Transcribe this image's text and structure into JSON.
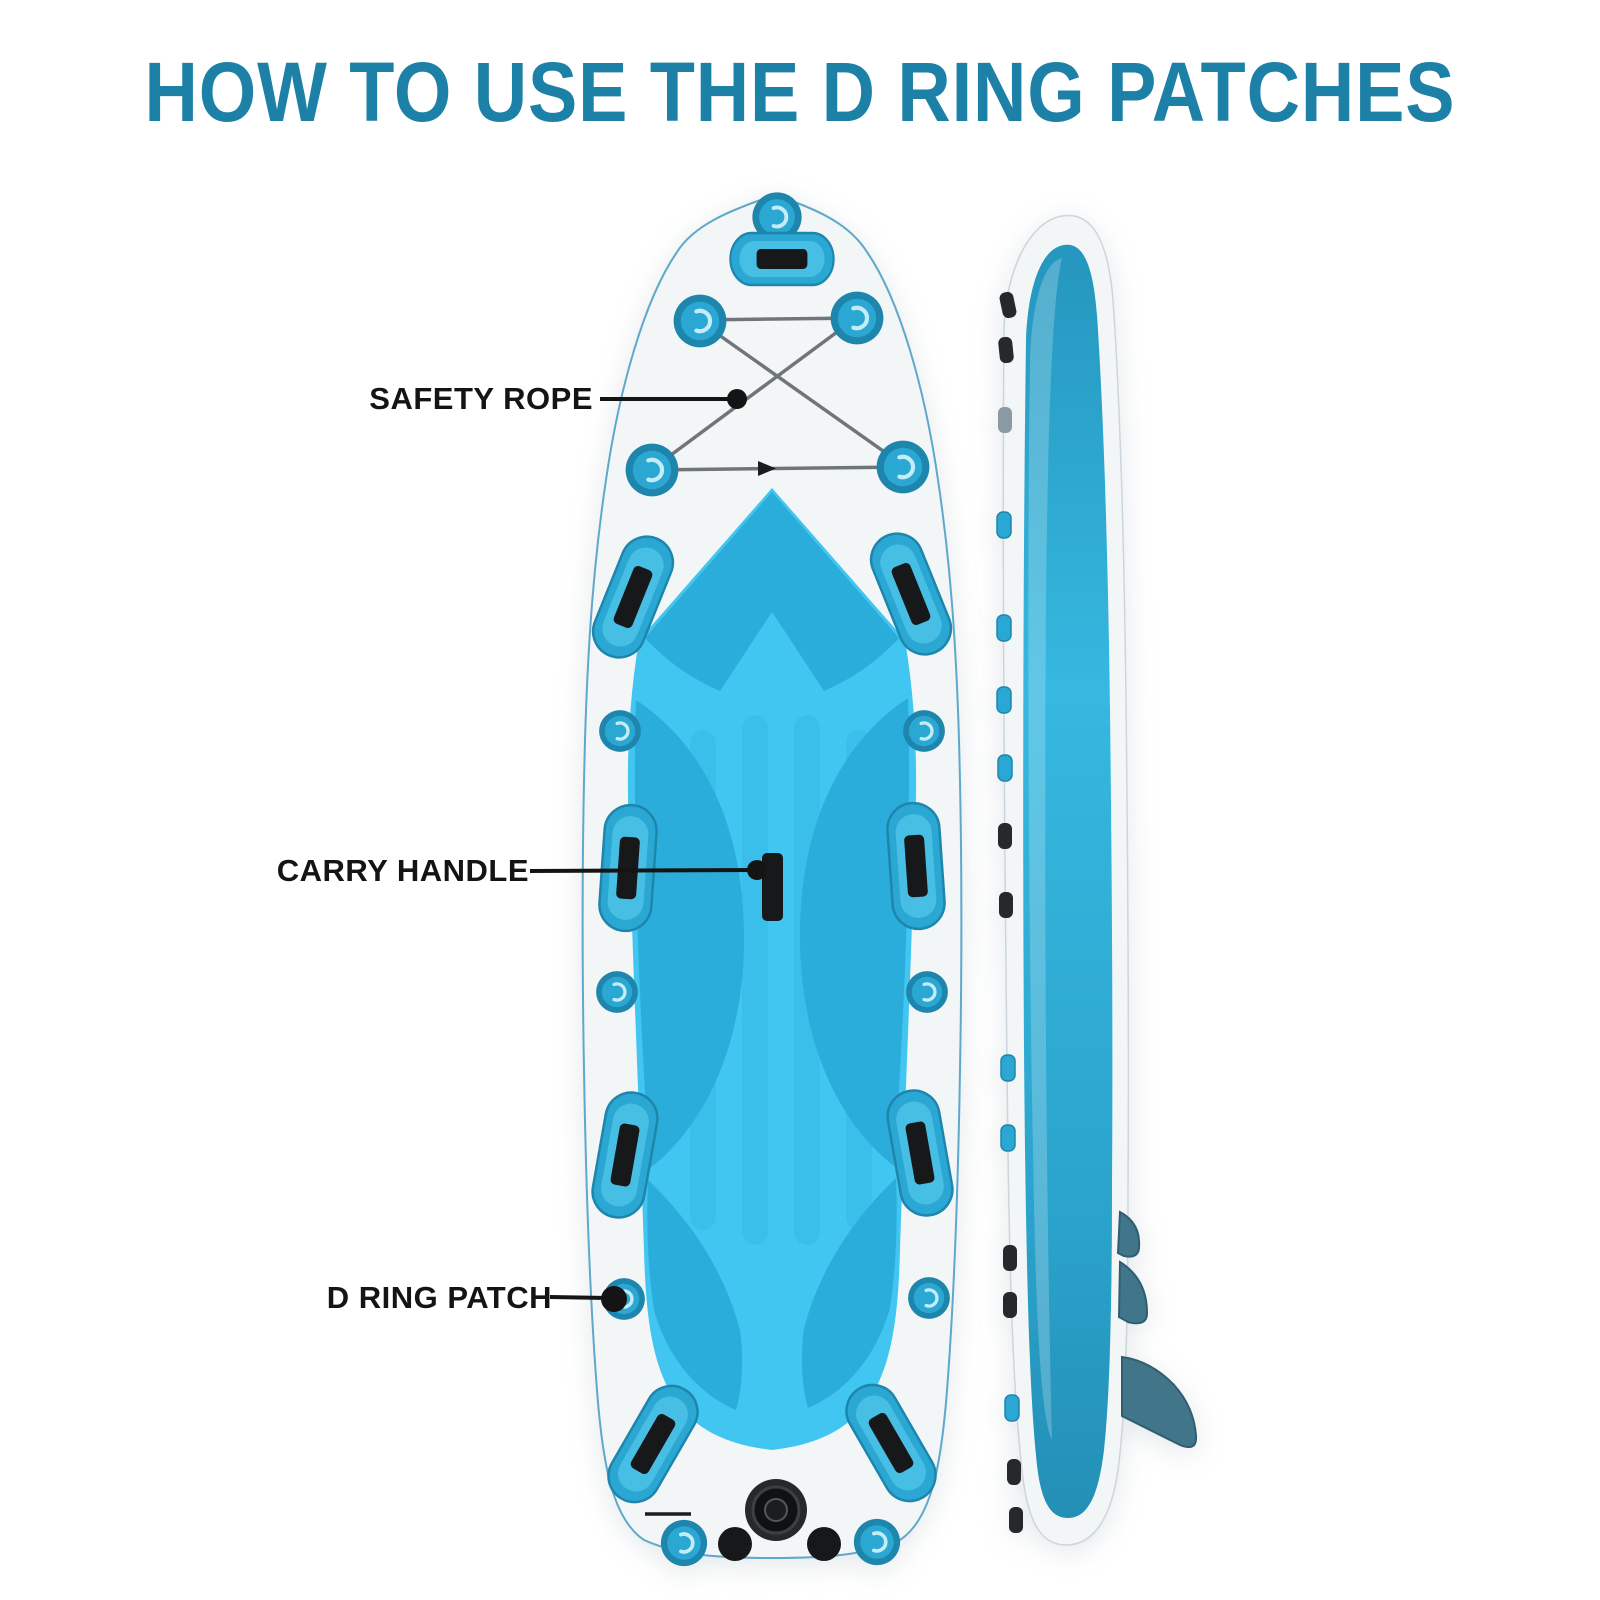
{
  "title": {
    "text": "HOW TO USE THE D RING PATCHES"
  },
  "callouts": {
    "safety_rope": "SAFETY ROPE",
    "carry_handle": "CARRY HANDLE",
    "d_ring_patch": "D RING PATCH"
  },
  "colors": {
    "title_color": "#1d80a6",
    "label_color": "#141414",
    "teal": "#2aa7d2",
    "teal_dark": "#1e86ad",
    "teal_light": "#4cc2e8",
    "pad_light": "#41c6f1",
    "pad_medium": "#2aadda",
    "rope_gray": "#70757a",
    "fin_slate": "#41758a",
    "fin_slate_dark": "#2f5e70",
    "part_black": "#17181a",
    "board_fill": "#f3f6f7",
    "board_stroke": "#5fa8cc",
    "stripe_teal": "#2596be",
    "stripe_teal_light": "#36b8e0"
  }
}
